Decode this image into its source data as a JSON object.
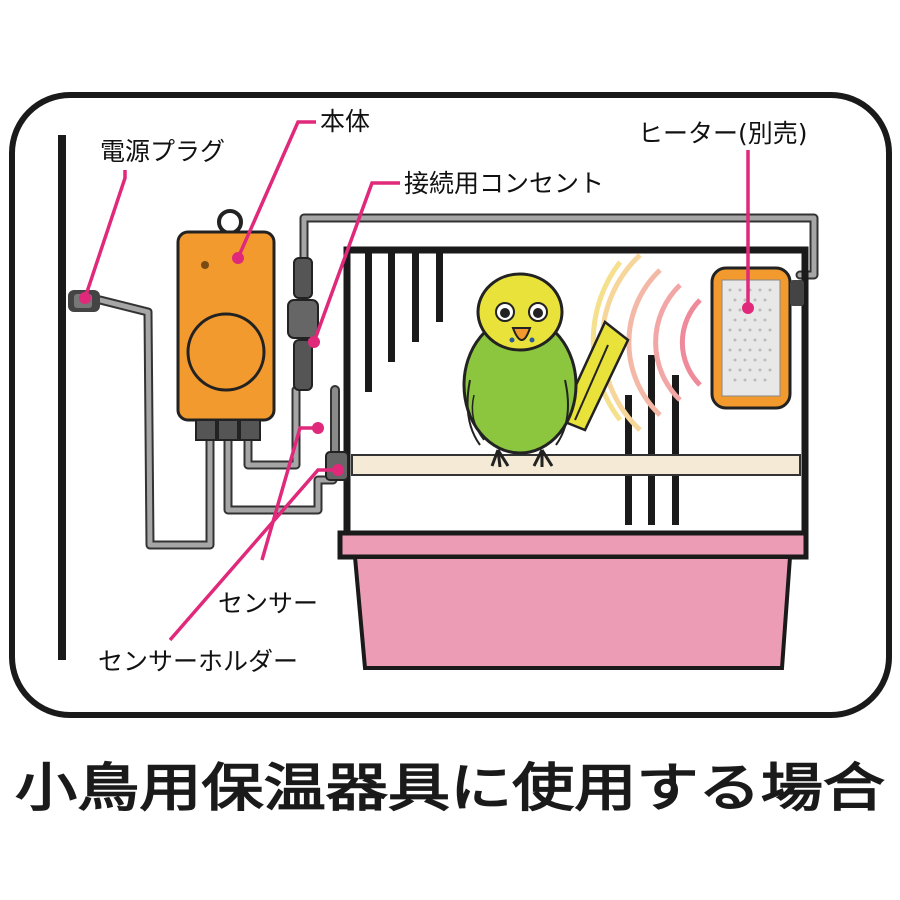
{
  "labels": {
    "power_plug": "電源プラグ",
    "main_unit": "本体",
    "connection_outlet": "接続用コンセント",
    "heater": "ヒーター(別売)",
    "sensor": "センサー",
    "sensor_holder": "センサーホルダー"
  },
  "caption": "小鳥用保温器具に使用する場合",
  "colors": {
    "leader_line": "#e0297a",
    "main_unit": "#f39a2e",
    "cage_tray": "#ec9cb5",
    "cable": "#9a9a9a",
    "bird_body": "#8cc63f",
    "bird_head": "#e8e23a",
    "heat_waves": "#ef8a9a"
  }
}
